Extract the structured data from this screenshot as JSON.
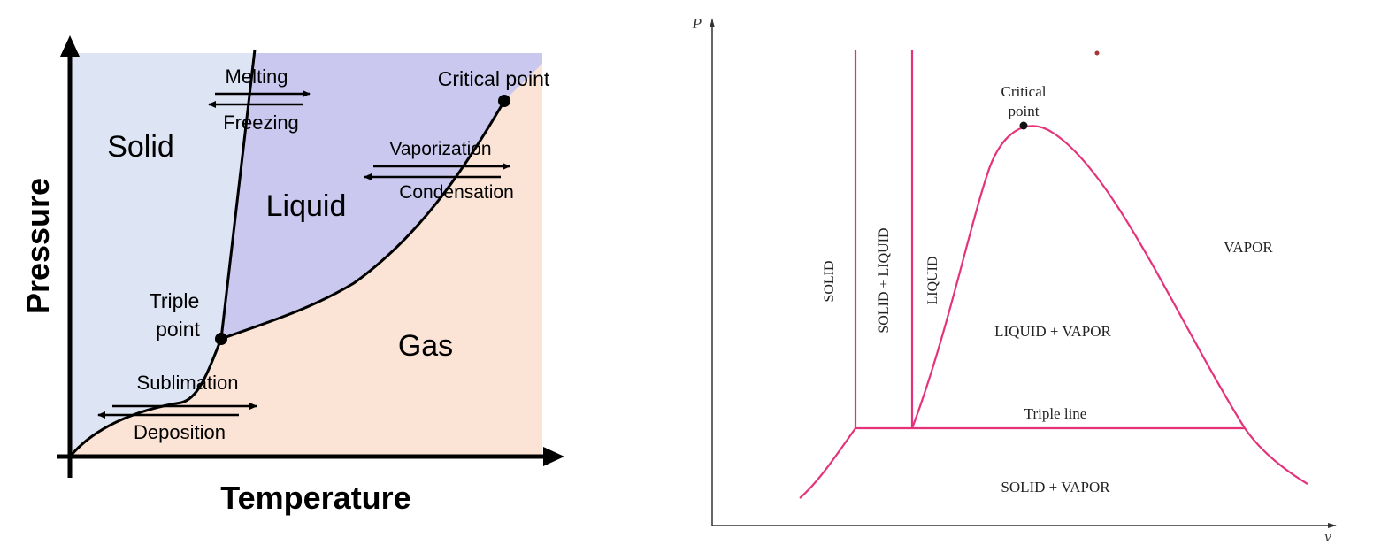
{
  "left_diagram": {
    "axis_y_label": "Pressure",
    "axis_x_label": "Temperature",
    "regions": {
      "solid": "Solid",
      "liquid": "Liquid",
      "gas": "Gas"
    },
    "points": {
      "critical": "Critical point",
      "triple_line1": "Triple",
      "triple_line2": "point"
    },
    "transitions": {
      "melting": "Melting",
      "freezing": "Freezing",
      "vaporization": "Vaporization",
      "condensation": "Condensation",
      "sublimation": "Sublimation",
      "deposition": "Deposition"
    },
    "colors": {
      "solid": "#dde5f4",
      "liquid": "#cac8ee",
      "gas": "#fbe3d5",
      "line": "#000000"
    }
  },
  "right_diagram": {
    "axis_y_label": "P",
    "axis_x_label": "v",
    "labels": {
      "critical_line1": "Critical",
      "critical_line2": "point",
      "solid": "SOLID",
      "solid_liquid": "SOLID + LIQUID",
      "liquid": "LIQUID",
      "vapor": "VAPOR",
      "liquid_vapor": "LIQUID + VAPOR",
      "triple_line": "Triple line",
      "solid_vapor": "SOLID + VAPOR"
    },
    "colors": {
      "curve": "#e5337a",
      "axis": "#333333"
    }
  }
}
